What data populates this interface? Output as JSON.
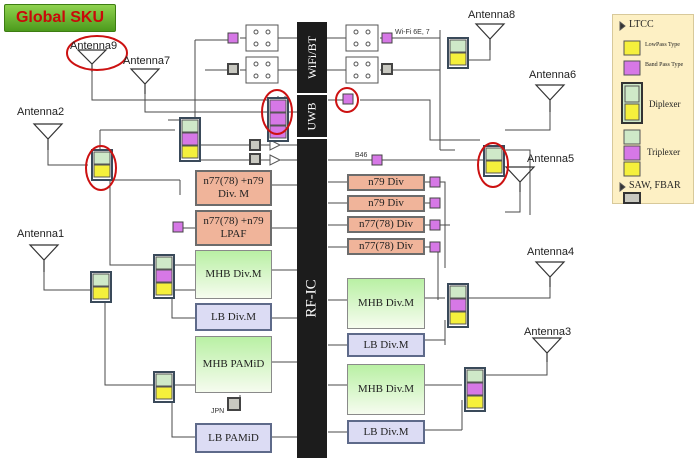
{
  "title": "Global SKU",
  "antennas": [
    "Antenna1",
    "Antenna2",
    "Antenna3",
    "Antenna4",
    "Antenna5",
    "Antenna6",
    "Antenna7",
    "Antenna8",
    "Antenna9"
  ],
  "bars": {
    "wifi": "WiFi/BT",
    "uwb": "UWB",
    "rfic": "RF-IC"
  },
  "left_blocks": {
    "n77_div_m": "n77(78) +n79 Div. M",
    "n77_lpaf": "n77(78) +n79 LPAF",
    "mhb_div_m": "MHB Div.M",
    "lb_div_m": "LB Div.M",
    "mhb_pamid": "MHB PAMiD",
    "lb_pamid": "LB PAMiD"
  },
  "right_blocks": {
    "n79_div_1": "n79 Div",
    "n79_div_2": "n79 Div",
    "n77_div_1": "n77(78) Div",
    "n77_div_2": "n77(78) Div",
    "mhb_div_m_top": "MHB Div.M",
    "lb_div_m_top": "LB Div.M",
    "mhb_div_m_bottom": "MHB Div.M",
    "lb_div_m_bottom": "LB Div.M"
  },
  "small_labels": {
    "wifi": "Wi-Fi 6E, 7",
    "b46": "B46",
    "jpn": "JPN"
  },
  "legend": {
    "ltcc": "LTCC",
    "lowpass": "LowPass Type",
    "bandpass": "Band Pass Type",
    "diplexer": "Diplexer",
    "triplexer": "Triplexer",
    "saw_fbar": "SAW, FBAR"
  },
  "colors": {
    "lowpass": "#f5f03c",
    "bandpass": "#d678e6",
    "diplexer": "#cfe9c8",
    "triplexer": "#cfe9c8",
    "highlight": "#cc1111",
    "title_text": "#c80a0a",
    "title_bg": "#6ab42e"
  }
}
